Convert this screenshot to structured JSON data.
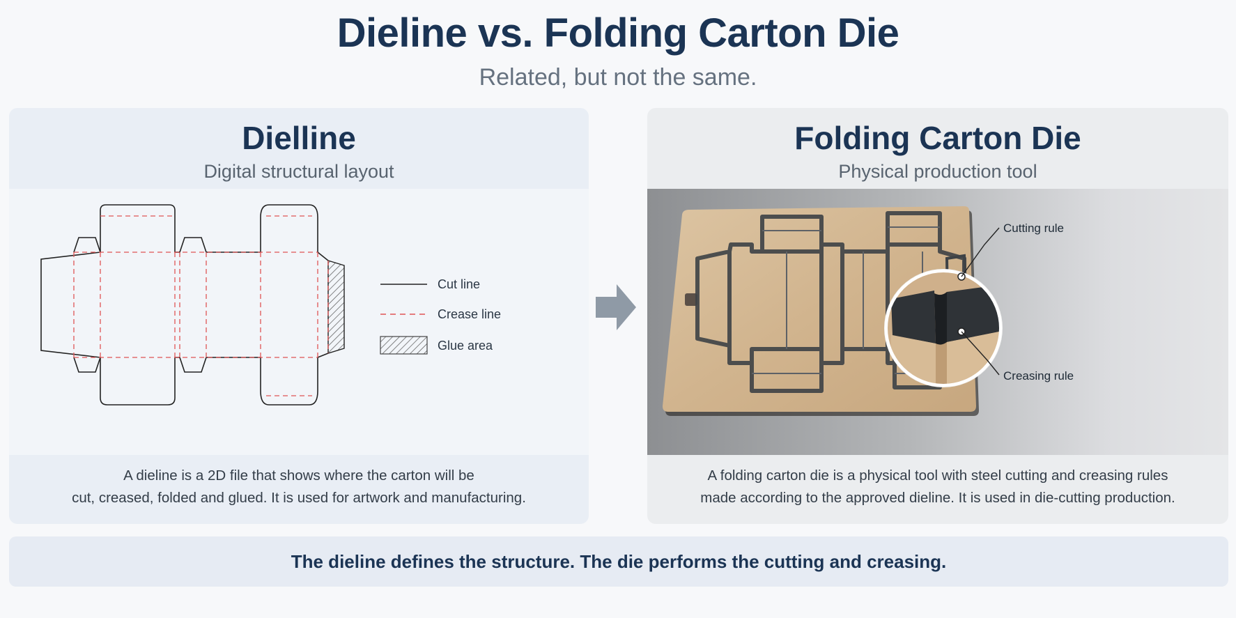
{
  "title": "Dieline vs. Folding Carton Die",
  "subtitle": "Related, but not the same.",
  "left_panel": {
    "title": "Dielline",
    "subtitle": "Digital structural layout",
    "legend": [
      {
        "label": "Cut line",
        "style": "solid",
        "color": "#222222"
      },
      {
        "label": "Crease line",
        "style": "dashed",
        "color": "#e05555"
      },
      {
        "label": "Glue area",
        "style": "hatched",
        "color": "#555555"
      }
    ],
    "description": [
      "A dieline is a 2D file that shows where the carton will be",
      "cut, creased, folded and glued. It is used for artwork and manufacturing."
    ]
  },
  "right_panel": {
    "title": "Folding Carton Die",
    "subtitle": "Physical production tool",
    "callouts": {
      "top": "Cutting rule",
      "bottom": "Creasing rule"
    },
    "description": [
      "A folding carton die is a physical tool with steel cutting and creasing rules",
      "made according to the approved dieline. It is used in die-cutting production."
    ]
  },
  "footer": "The dieline defines the structure. The die performs the cutting and creasing.",
  "colors": {
    "heading": "#1b3454",
    "cut_line": "#222222",
    "crease_line": "#e05555",
    "arrow": "#8f9aa6",
    "wood": "#d2b590"
  }
}
